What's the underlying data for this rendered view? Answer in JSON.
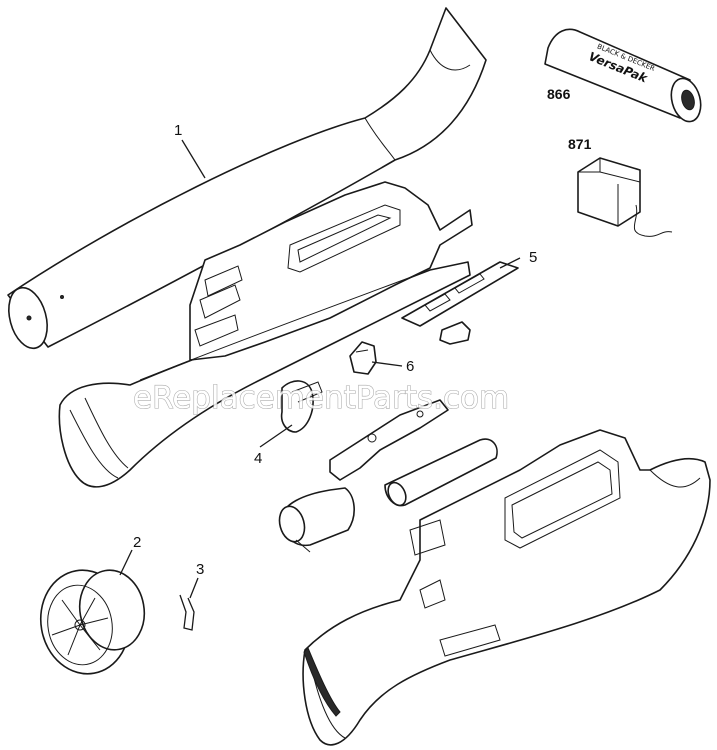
{
  "diagram": {
    "watermark": "eReplacementParts.com",
    "parts": [
      {
        "id": "p1",
        "label": "1"
      },
      {
        "id": "p2",
        "label": "2"
      },
      {
        "id": "p3",
        "label": "3"
      },
      {
        "id": "p4",
        "label": "4"
      },
      {
        "id": "p5",
        "label": "5"
      },
      {
        "id": "p6",
        "label": "6"
      },
      {
        "id": "p866",
        "label": "866"
      },
      {
        "id": "p871",
        "label": "871"
      }
    ],
    "battery_brand": "VersaPak",
    "battery_maker": "BLACK & DECKER"
  }
}
